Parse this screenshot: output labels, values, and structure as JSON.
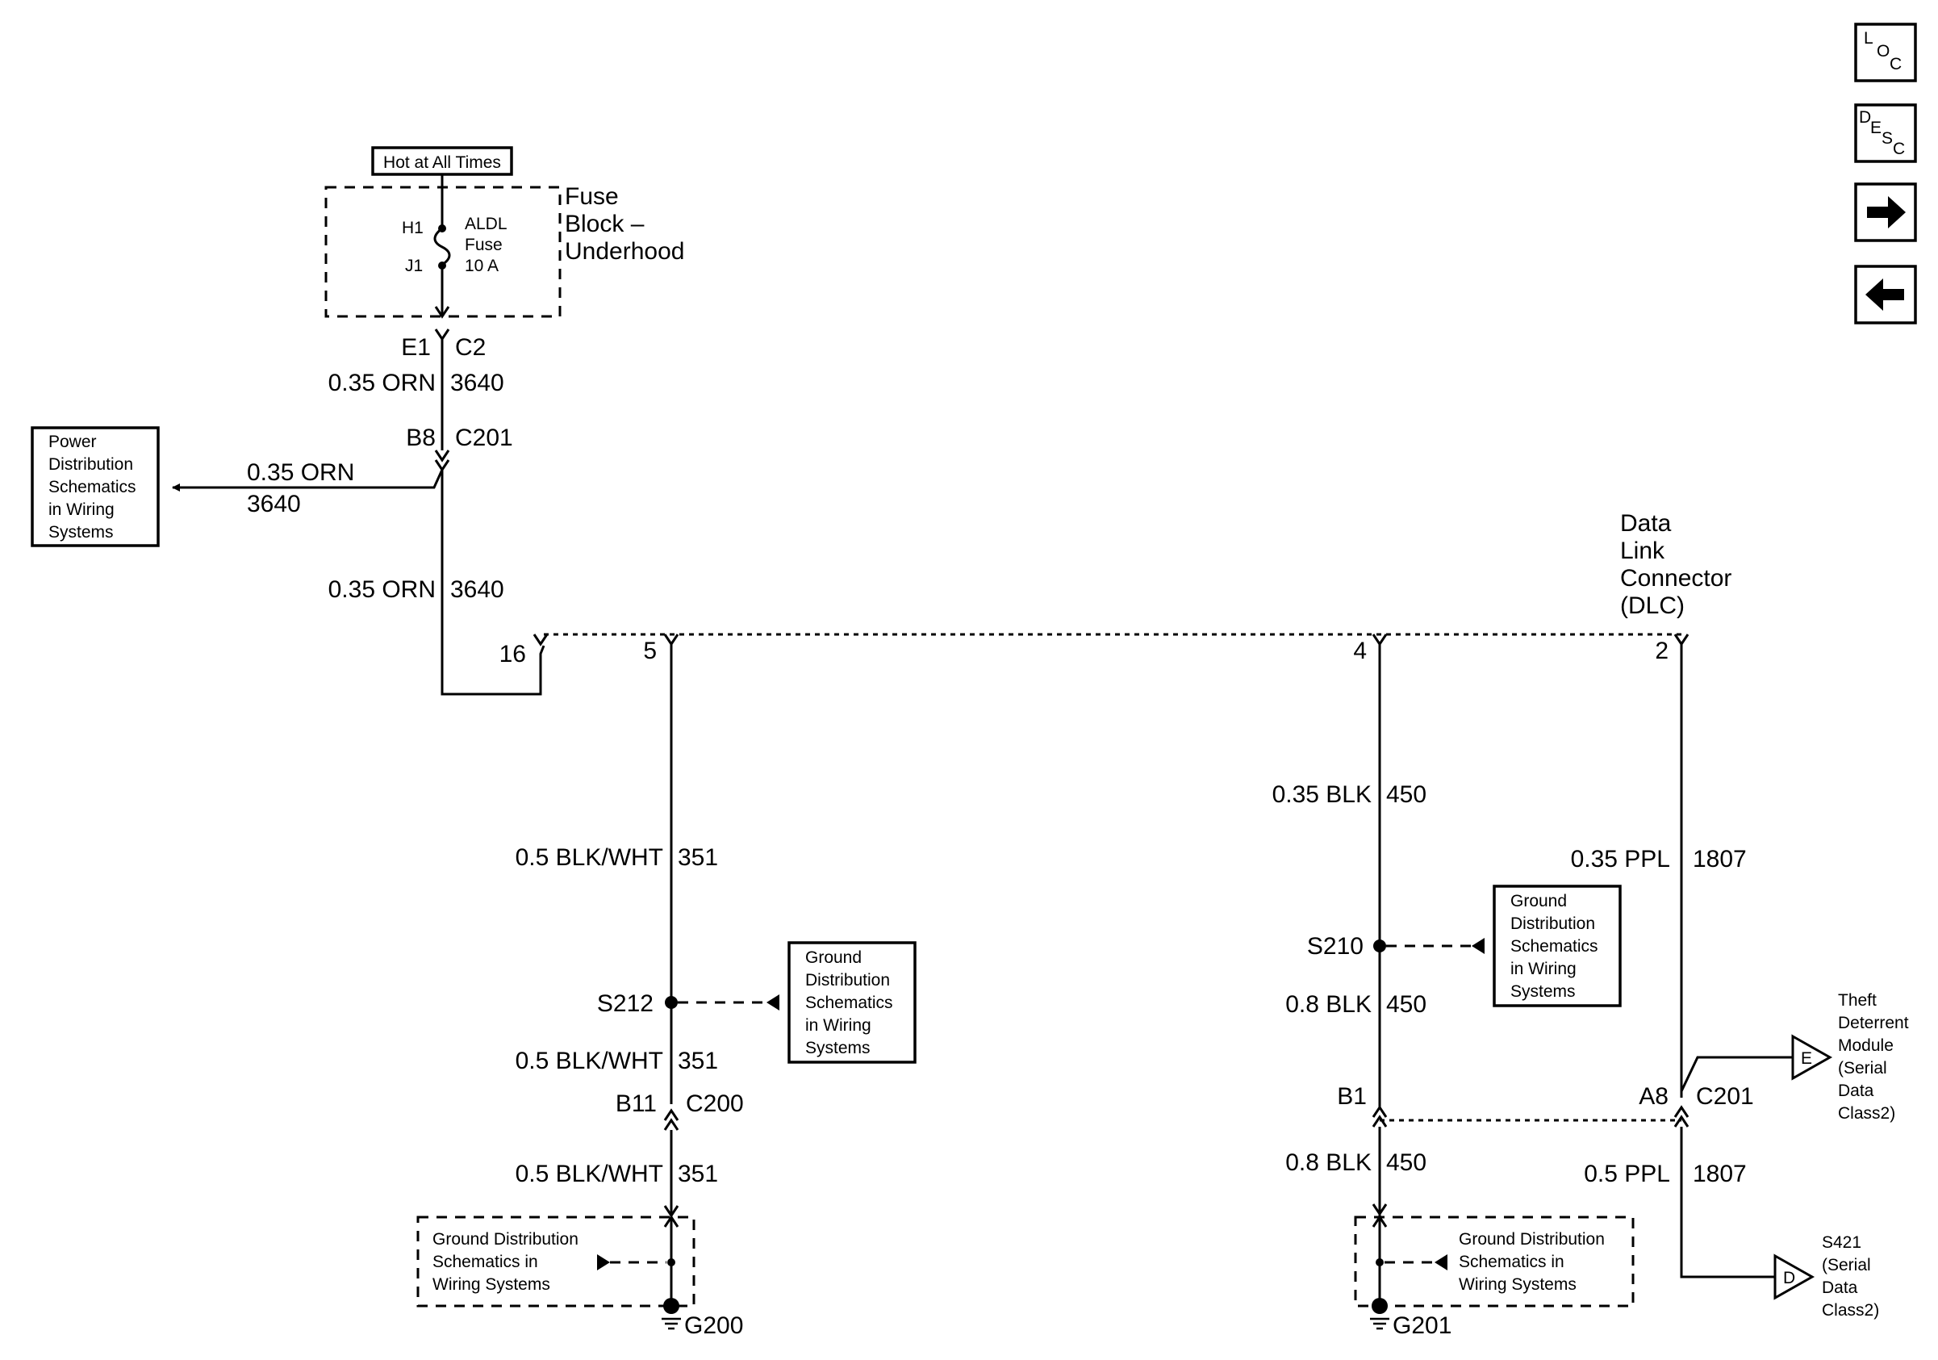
{
  "nav": {
    "loc": [
      "L",
      "O",
      "C"
    ],
    "desc": [
      "D",
      "E",
      "S",
      "C"
    ],
    "next_icon": "right-arrow-icon",
    "prev_icon": "left-arrow-icon"
  },
  "fuse_block": {
    "hot_label": "Hot at All Times",
    "name": [
      "Fuse",
      "Block –",
      "Underhood"
    ],
    "fuse_label": [
      "ALDL",
      "Fuse",
      "10 A"
    ],
    "pin_top": "H1",
    "pin_bottom": "J1"
  },
  "wires": {
    "e1": "E1",
    "c2": "C2",
    "orn_gauge_color": "0.35 ORN",
    "orn_circuit": "3640",
    "b8": "B8",
    "c201": "C201",
    "power_dist": [
      "Power",
      "Distribution",
      "Schematics",
      "in Wiring",
      "Systems"
    ],
    "branch_gauge_color": "0.35 ORN",
    "branch_circuit": "3640",
    "lower_orn_gauge_color": "0.35 ORN",
    "lower_orn_circuit": "3640"
  },
  "dlc": {
    "name": [
      "Data",
      "Link",
      "Connector",
      "(DLC)"
    ],
    "pins": [
      "16",
      "5",
      "4",
      "2"
    ]
  },
  "ground_left": {
    "w1_gauge_color": "0.5 BLK/WHT",
    "w1_circuit": "351",
    "splice": "S212",
    "gd_box": [
      "Ground",
      "Distribution",
      "Schematics",
      "in Wiring",
      "Systems"
    ],
    "w2_gauge_color": "0.5 BLK/WHT",
    "w2_circuit": "351",
    "conn_pin": "B11",
    "conn": "C200",
    "w3_gauge_color": "0.5 BLK/WHT",
    "w3_circuit": "351",
    "gd_dashed": [
      "Ground Distribution",
      "Schematics in",
      "Wiring Systems"
    ],
    "ground": "G200"
  },
  "ground_right": {
    "w1_gauge_color": "0.35 BLK",
    "w1_circuit": "450",
    "splice": "S210",
    "gd_box": [
      "Ground",
      "Distribution",
      "Schematics",
      "in Wiring",
      "Systems"
    ],
    "w2_gauge_color": "0.8 BLK",
    "w2_circuit": "450",
    "conn_pin": "B1",
    "w3_gauge_color": "0.8 BLK",
    "w3_circuit": "450",
    "gd_dashed": [
      "Ground Distribution",
      "Schematics in",
      "Wiring Systems"
    ],
    "ground": "G201"
  },
  "serial": {
    "w1_gauge_color": "0.35 PPL",
    "w1_circuit": "1807",
    "conn_pin": "A8",
    "conn": "C201",
    "theft_letter": "E",
    "theft": [
      "Theft",
      "Deterrent",
      "Module",
      "(Serial",
      "Data",
      "Class2)"
    ],
    "w2_gauge_color": "0.5 PPL",
    "w2_circuit": "1807",
    "s421_letter": "D",
    "s421": [
      "S421",
      "(Serial",
      "Data",
      "Class2)"
    ]
  }
}
